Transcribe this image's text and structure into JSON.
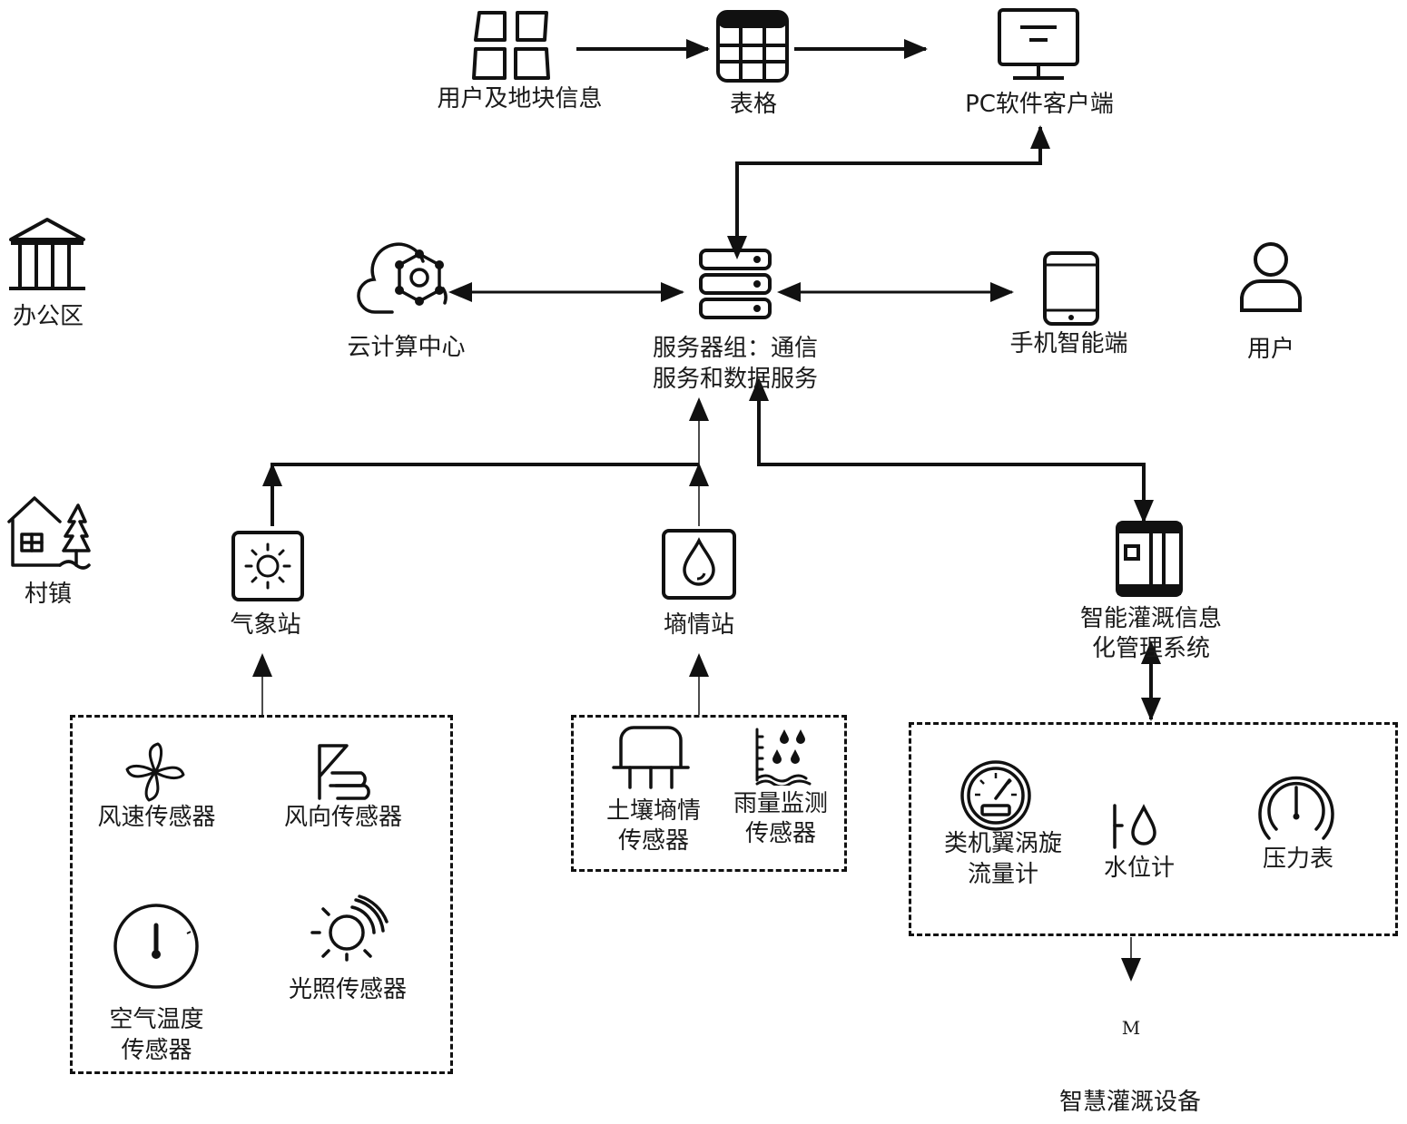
{
  "top": {
    "user_plot_info": "用户及地块信息",
    "table": "表格",
    "pc_client": "PC软件客户端"
  },
  "middle": {
    "cloud_center": "云计算中心",
    "server_group_line1": "服务器组：通信",
    "server_group_line2": "服务和数据服务",
    "mobile": "手机智能端",
    "user": "用户"
  },
  "zones": {
    "office": "办公区",
    "village": "村镇"
  },
  "stations": {
    "weather": "气象站",
    "soil_moisture": "墒情站",
    "irrigation_system_line1": "智能灌溉信息",
    "irrigation_system_line2": "化管理系统"
  },
  "weather_sensors": {
    "wind_speed": "风速传感器",
    "wind_direction": "风向传感器",
    "air_temp_line1": "空气温度",
    "air_temp_line2": "传感器",
    "light": "光照传感器"
  },
  "soil_sensors": {
    "soil_line1": "土壤墒情",
    "soil_line2": "传感器",
    "rain_line1": "雨量监测",
    "rain_line2": "传感器"
  },
  "irrigation_sensors": {
    "flowmeter_line1": "类机翼涡旋",
    "flowmeter_line2": "流量计",
    "water_level": "水位计",
    "pressure": "压力表"
  },
  "motor_symbol": "M",
  "irrigation_equipment": "智慧灌溉设备",
  "colors": {
    "line": "#111111",
    "background": "#ffffff"
  }
}
